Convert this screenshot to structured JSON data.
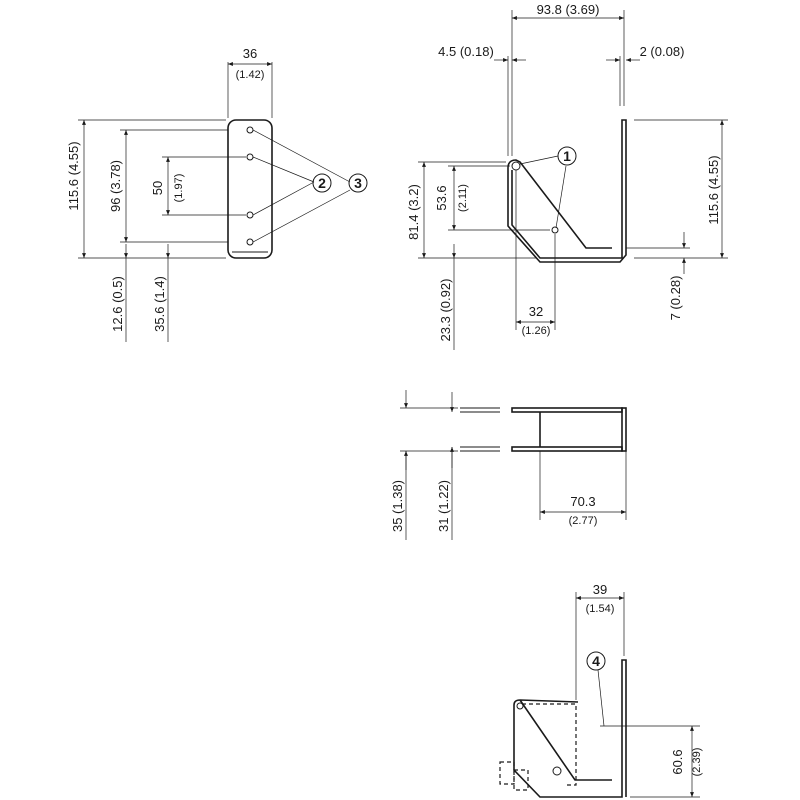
{
  "top_left_view": {
    "width": "36",
    "width_in": "(1.42)",
    "height_total": "115.6 (4.55)",
    "hole_span": "96 (3.78)",
    "hole_pitch": "50",
    "hole_pitch_in": "(1.97)",
    "offset_bottom": "12.6 (0.5)",
    "offset_hole": "35.6 (1.4)"
  },
  "top_right_view": {
    "width_total": "93.8 (3.69)",
    "plate_thickness_left": "4.5 (0.18)",
    "plate_thickness_right": "2 (0.08)",
    "height_total": "115.6 (4.55)",
    "pivot_height": "81.4 (3.2)",
    "slot_height": "53.6",
    "slot_height_in": "(2.11)",
    "base_offset": "23.3 (0.92)",
    "foot_width": "32",
    "foot_width_in": "(1.26)",
    "bend_height": "7 (0.28)"
  },
  "middle_view": {
    "outer_depth": "35 (1.38)",
    "inner_depth": "31 (1.22)",
    "length": "70.3",
    "length_in": "(2.77)"
  },
  "bottom_view": {
    "width": "39",
    "width_in": "(1.54)",
    "height": "60.6",
    "height_in": "(2.39)"
  },
  "callouts": [
    "1",
    "2",
    "3",
    "4"
  ]
}
